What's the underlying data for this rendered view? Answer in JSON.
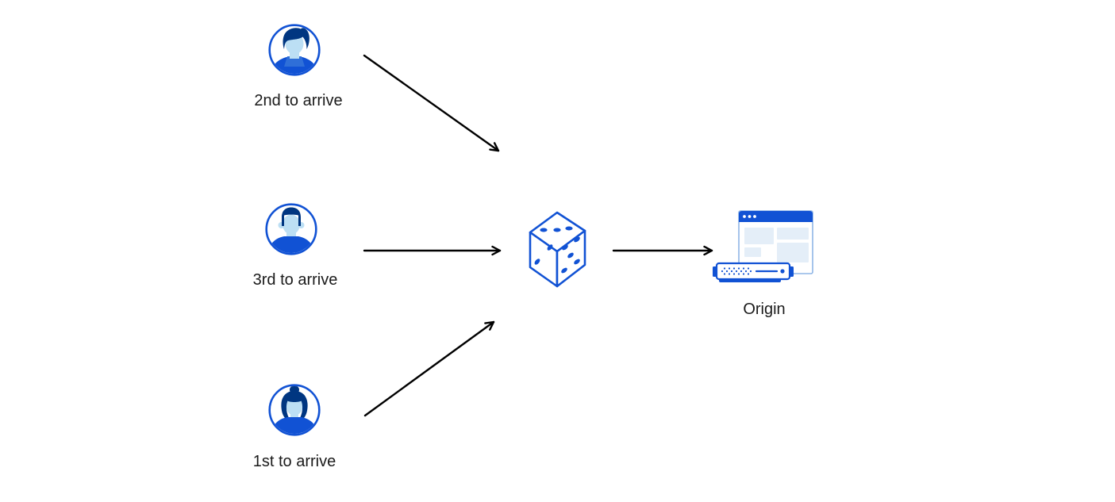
{
  "diagram": {
    "description": "Three clients send requests to a randomizing step (dice) which forwards to an origin server",
    "clients": [
      {
        "label": "2nd to arrive",
        "icon": "user-avatar-man-pompadour-icon"
      },
      {
        "label": "3rd to arrive",
        "icon": "user-avatar-man-shorthair-icon"
      },
      {
        "label": "1st to arrive",
        "icon": "user-avatar-woman-bun-icon"
      }
    ],
    "randomizer": {
      "icon": "dice-icon"
    },
    "origin": {
      "label": "Origin",
      "icon": "origin-server-browser-icon"
    },
    "colors": {
      "accent_blue": "#1152d4",
      "dark_navy_hair": "#003681",
      "light_skin_blue": "#bcdff4",
      "pale_block_blue": "#e4eef8",
      "window_border_blue": "#8fb5e6",
      "arrow_black": "#000000"
    }
  }
}
